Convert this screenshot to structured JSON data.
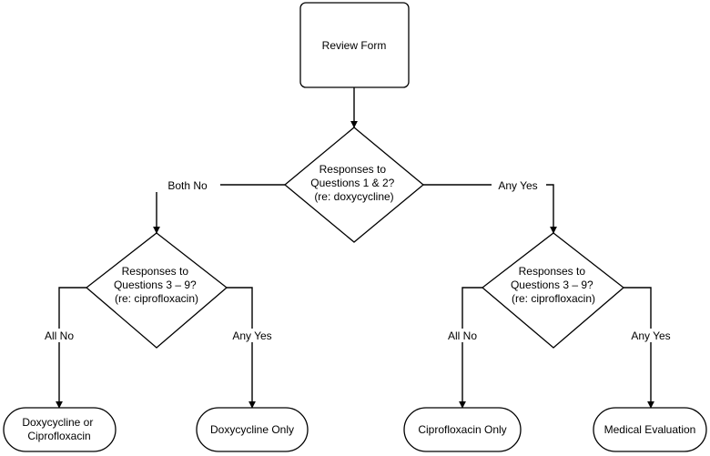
{
  "nodes": {
    "review_form": {
      "lines": [
        "Review Form"
      ]
    },
    "decision_q1_2": {
      "lines": [
        "Responses to",
        "Questions 1 & 2?",
        "(re: doxycycline)"
      ]
    },
    "decision_left": {
      "lines": [
        "Responses to",
        "Questions 3 – 9?",
        "(re: ciprofloxacin)"
      ]
    },
    "decision_right": {
      "lines": [
        "Responses to",
        "Questions 3 – 9?",
        "(re: ciprofloxacin)"
      ]
    },
    "doxy_or_cipro": {
      "lines": [
        "Doxycycline or",
        "Ciprofloxacin"
      ]
    },
    "doxy_only": {
      "lines": [
        "Doxycycline Only"
      ]
    },
    "cipro_only": {
      "lines": [
        "Ciprofloxacin Only"
      ]
    },
    "medical_eval": {
      "lines": [
        "Medical Evaluation"
      ]
    }
  },
  "edges": {
    "both_no": "Both No",
    "any_yes_top": "Any Yes",
    "all_no_left": "All No",
    "any_yes_left": "Any Yes",
    "all_no_right": "All No",
    "any_yes_right": "Any Yes"
  }
}
